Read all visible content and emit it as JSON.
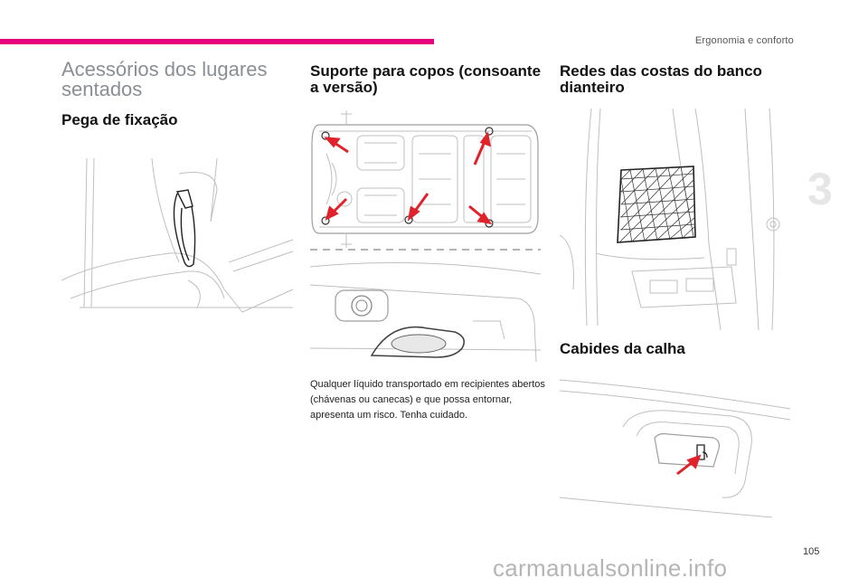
{
  "header": {
    "running_title": "Ergonomia e conforto"
  },
  "section": {
    "title": "Acessórios dos lugares sentados"
  },
  "subsections": {
    "pega": {
      "heading": "Pega de fixação"
    },
    "suporte": {
      "heading": "Suporte para copos (consoante a versão)",
      "note": "Qualquer líquido transportado em recipientes abertos (chávenas ou canecas) e que possa entornar, apresenta um risco. Tenha cuidado."
    },
    "redes": {
      "heading": "Redes das costas do banco dianteiro"
    },
    "cabides": {
      "heading": "Cabides da calha"
    }
  },
  "chapter_number": "3",
  "page_number": "105",
  "watermark": "carmanualsonline.info",
  "colors": {
    "accent": "#e6007e",
    "arrow": "#e0222b",
    "line": "#bfbfbf"
  }
}
